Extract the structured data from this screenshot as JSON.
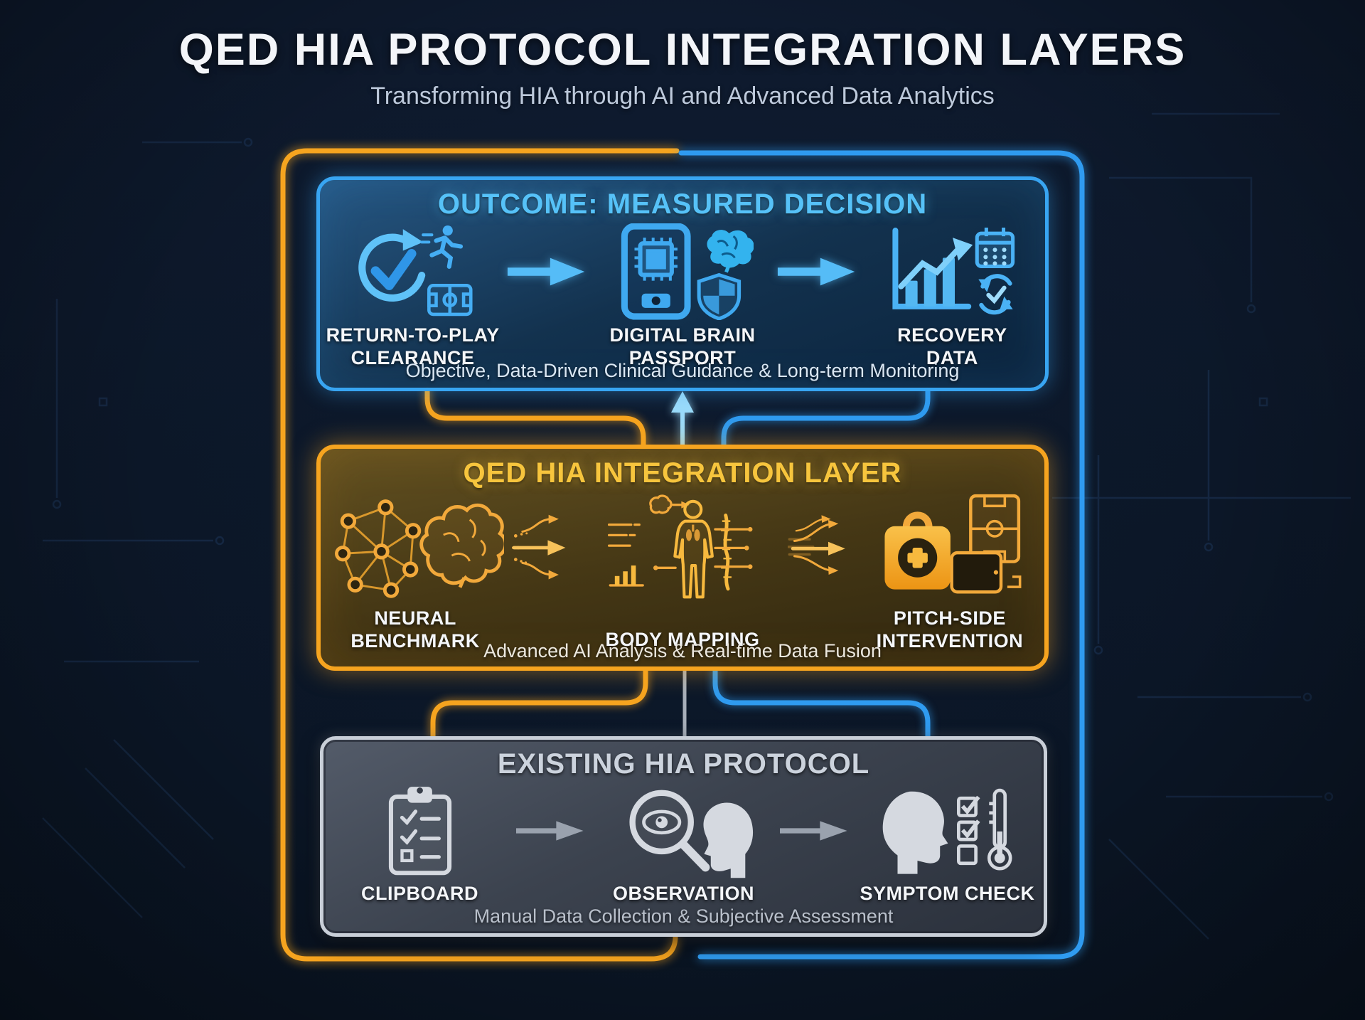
{
  "header": {
    "title": "QED HIA PROTOCOL INTEGRATION LAYERS",
    "subtitle": "Transforming HIA through AI and Advanced Data Analytics"
  },
  "colors": {
    "background": "#0c1728",
    "accent_blue": "#38a5f2",
    "accent_orange": "#f6a41f",
    "accent_gray": "#c9cfd8",
    "title_blue": "#56c2f8",
    "title_gold": "#f7c53d",
    "title_gray": "#ccd3dd"
  },
  "layers": {
    "outcome": {
      "title": "OUTCOME: MEASURED DECISION",
      "caption": "Objective, Data-Driven Clinical Guidance & Long-term Monitoring",
      "items": [
        {
          "label": "RETURN-TO-PLAY CLEARANCE",
          "icon": "return-to-play-clearance-icon"
        },
        {
          "label": "DIGITAL BRAIN PASSPORT",
          "icon": "digital-brain-passport-icon"
        },
        {
          "label": "RECOVERY DATA",
          "icon": "recovery-data-icon"
        }
      ]
    },
    "integration": {
      "title": "QED HIA INTEGRATION LAYER",
      "caption": "Advanced AI Analysis & Real-time Data Fusion",
      "items": [
        {
          "label": "NEURAL BENCHMARK",
          "icon": "neural-benchmark-icon"
        },
        {
          "label": "BODY MAPPING",
          "icon": "body-mapping-icon"
        },
        {
          "label": "PITCH-SIDE INTERVENTION",
          "icon": "pitch-side-intervention-icon"
        }
      ]
    },
    "existing": {
      "title": "EXISTING HIA PROTOCOL",
      "caption": "Manual Data Collection & Subjective Assessment",
      "items": [
        {
          "label": "CLIPBOARD",
          "icon": "clipboard-icon"
        },
        {
          "label": "OBSERVATION",
          "icon": "observation-icon"
        },
        {
          "label": "SYMPTOM CHECK",
          "icon": "symptom-check-icon"
        }
      ]
    }
  }
}
